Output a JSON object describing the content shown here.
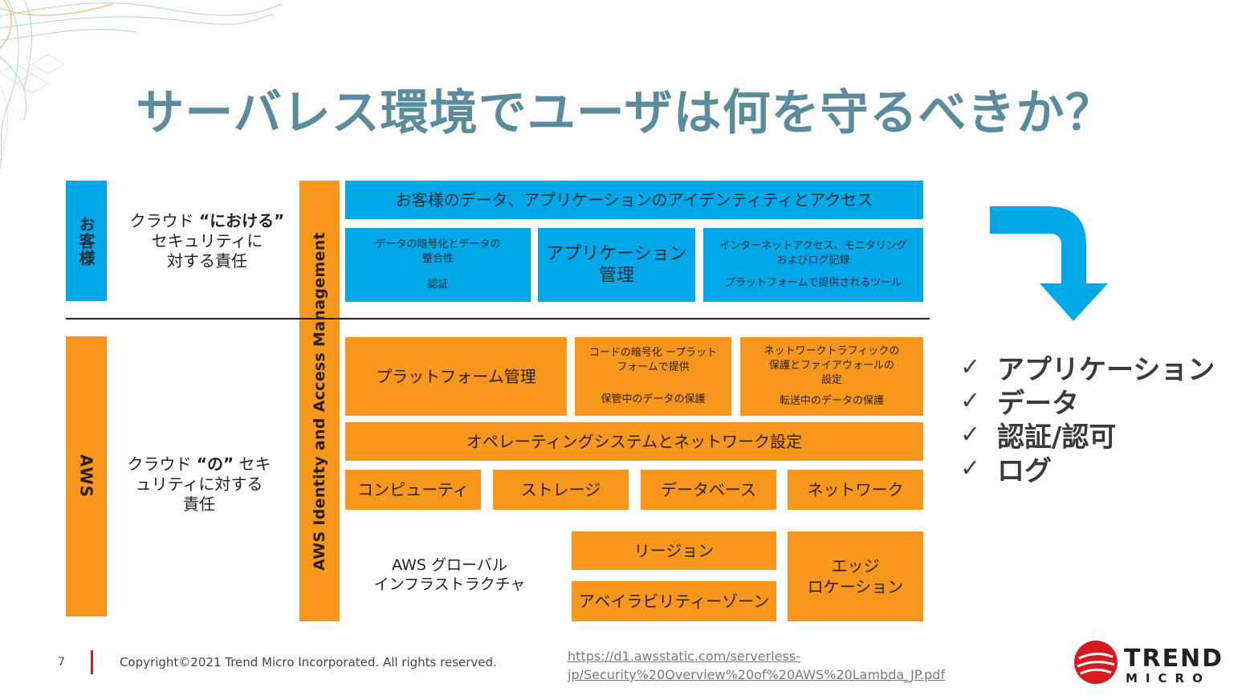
{
  "title": "サーバレス環境でユーザは何を守るべきか？",
  "customer": {
    "tag": "お客様",
    "responsibility_pre": "クラウド ",
    "responsibility_emph": "“における”",
    "responsibility_line2": "セキュリティに",
    "responsibility_line3": "対する責任",
    "top_bar": "お客様のデータ、アプリケーションのアイデンティティとアクセス",
    "box1_line1": "データの暗号化とデータの",
    "box1_line2": "整合性",
    "box1_line3": "認証",
    "box2_line1": "アプリケーション",
    "box2_line2": "管理",
    "box3_line1": "インターネットアクセス、モニタリング",
    "box3_line2": "およびログ記録",
    "box3_line3": "プラットフォームで提供されるツール"
  },
  "iam_label": "AWS Identity and Access Management",
  "aws": {
    "tag": "AWS",
    "responsibility_pre": "クラウド ",
    "responsibility_emph": "“の”",
    "responsibility_post": " セキ",
    "responsibility_line2": "ュリティに対する",
    "responsibility_line3": "責任",
    "platform_mgmt": "プラットフォーム管理",
    "code_enc_line1": "コードの暗号化 ープラット",
    "code_enc_line2": "フォームで提供",
    "code_enc_line3": "保管中のデータの保護",
    "net_line1": "ネットワークトラフィックの",
    "net_line2": "保護とファイアウォールの",
    "net_line3": "設定",
    "net_line4": "転送中のデータの保護",
    "os_net": "オペレーティングシステムとネットワーク設定",
    "compute": "コンピューティ",
    "storage": "ストレージ",
    "database": "データベース",
    "network": "ネットワーク",
    "infra_line1": "AWS グローバル",
    "infra_line2": "インフラストラクチャ",
    "region": "リージョン",
    "az": "アベイラビリティーゾーン",
    "edge_line1": "エッジ",
    "edge_line2": "ロケーション"
  },
  "checklist": [
    {
      "mark": "✓",
      "label": "アプリケーション"
    },
    {
      "mark": "✓",
      "label": "データ"
    },
    {
      "mark": "✓",
      "label": "認証/認可"
    },
    {
      "mark": "✓",
      "label": "ログ"
    }
  ],
  "footer": {
    "page_number": "7",
    "copyright": "Copyright©2021 Trend Micro Incorporated. All rights reserved.",
    "link_line1": "https://d1.awsstatic.com/serverless-",
    "link_line2": "jp/Security%20Overview%20of%20AWS%20Lambda_JP.pdf"
  },
  "logo": {
    "line1": "TREND",
    "line2": "MICRO"
  },
  "colors": {
    "accent_blue": "#00a8e8",
    "accent_orange": "#f7981d",
    "title": "#5b8c9b",
    "brand_red": "#d71920"
  }
}
